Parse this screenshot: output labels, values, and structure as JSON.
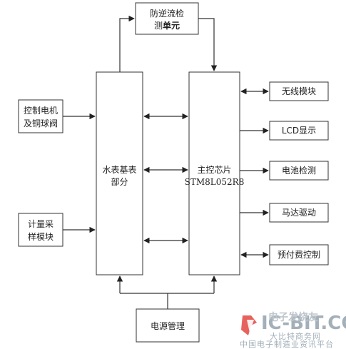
{
  "blocks": {
    "anti_backflow": {
      "line1": "防逆流检",
      "line2_a": "测",
      "line2_b": "单元"
    },
    "motor_valve": {
      "line1": "控制电机",
      "line2": "及铜球阀"
    },
    "metering": {
      "line1": "计量采",
      "line2": "样模块"
    },
    "meter_base": {
      "line1": "水表基表",
      "line2": "部分"
    },
    "main_chip": {
      "line1": "主控芯片",
      "line2": "STM8L052R8"
    },
    "wireless": {
      "label": "无线模块"
    },
    "lcd": {
      "label": "LCD显示"
    },
    "battery": {
      "label": "电池检测"
    },
    "motor_drive": {
      "label": "马达驱动"
    },
    "prepay": {
      "label": "预付费控制"
    },
    "power": {
      "label": "电源管理"
    }
  },
  "watermark": {
    "latin": "IC-BIT.COM",
    "cn_top": "电子发烧友",
    "cn_mid": "大比特商务网",
    "cn_bottom": "中国电子制造业资讯平台"
  },
  "colors": {
    "stroke": "#333333",
    "watermark": "#9aa7b2",
    "logo_red": "#e0322b"
  }
}
